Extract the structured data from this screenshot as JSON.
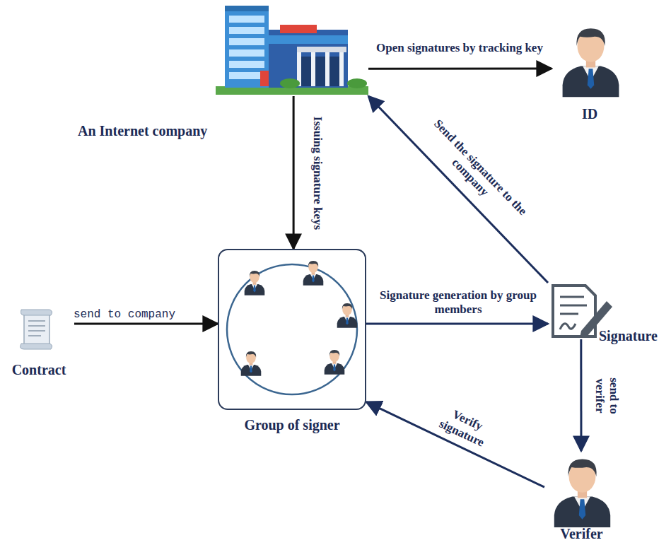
{
  "diagram": {
    "nodes": [
      {
        "text": [
          "An Internet company"
        ]
      },
      {
        "text": [
          "ID"
        ]
      },
      {
        "text": [
          "Group of signer"
        ]
      },
      {
        "text": [
          "Contract"
        ]
      },
      {
        "text": [
          "Signature"
        ]
      },
      {
        "text": [
          "Verifer"
        ]
      }
    ],
    "edges": [
      {
        "from": 0,
        "to": 1,
        "label": "Open signatures by tracking key",
        "arrow": "to"
      },
      {
        "from": 0,
        "to": 2,
        "label": "Issuing signature keys",
        "arrow": "to"
      },
      {
        "from": 3,
        "to": 2,
        "label": "send to company",
        "arrow": "to"
      },
      {
        "from": 2,
        "to": 4,
        "label": "Signature generation by group members",
        "arrow": "to"
      },
      {
        "from": 4,
        "to": 0,
        "label": "Send the signature to the company",
        "arrow": "to"
      },
      {
        "from": 4,
        "to": 5,
        "label": "send to verifer",
        "arrow": "to"
      },
      {
        "from": 5,
        "to": 2,
        "label": "Verify signature",
        "arrow": "to"
      }
    ]
  }
}
